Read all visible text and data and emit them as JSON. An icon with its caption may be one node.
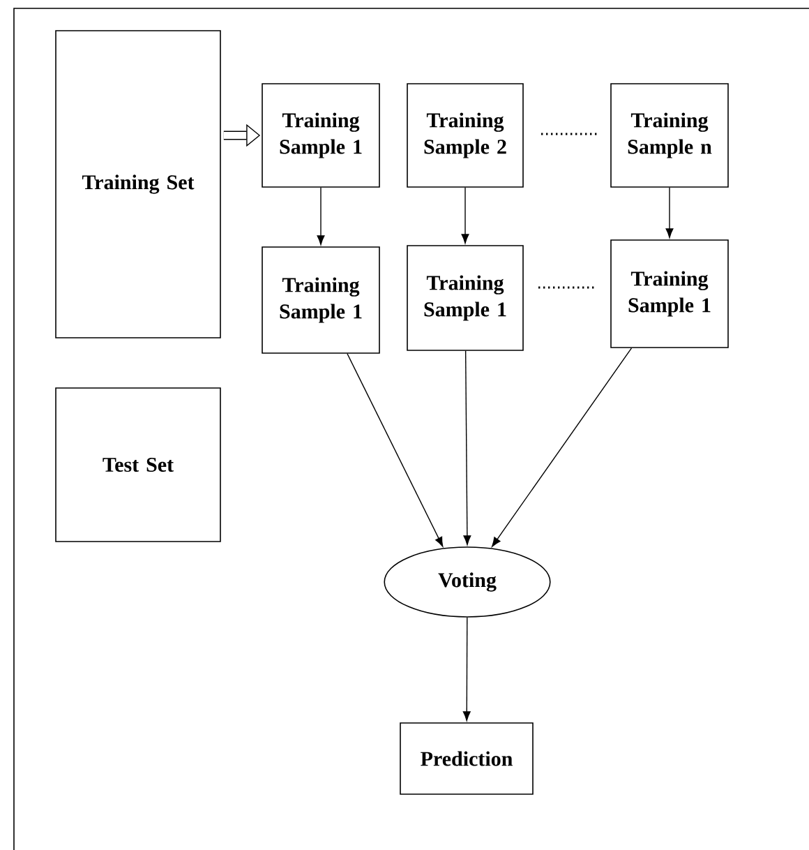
{
  "diagram": {
    "nodes": [
      {
        "text": [
          "Training Set"
        ]
      },
      {
        "text": [
          "Training Sample 1"
        ]
      },
      {
        "text": [
          "Training Sample 2"
        ]
      },
      {
        "text": [
          "Training Sample n"
        ]
      },
      {
        "text": [
          "Training Sample 1"
        ]
      },
      {
        "text": [
          "Training Sample 1"
        ]
      },
      {
        "text": [
          "Training Sample 1"
        ]
      },
      {
        "text": [
          "Test Set"
        ]
      },
      {
        "text": [
          "Voting"
        ]
      },
      {
        "text": [
          "Prediction"
        ]
      }
    ],
    "edges": [
      {
        "from": 0,
        "to": 1,
        "arrow": "to",
        "style": "thick"
      },
      {
        "from": 1,
        "to": 4,
        "arrow": "to"
      },
      {
        "from": 2,
        "to": 5,
        "arrow": "to"
      },
      {
        "from": 3,
        "to": 6,
        "arrow": "to"
      },
      {
        "from": 4,
        "to": 8,
        "arrow": "to"
      },
      {
        "from": 5,
        "to": 8,
        "arrow": "to"
      },
      {
        "from": 6,
        "to": 8,
        "arrow": "to"
      },
      {
        "from": 8,
        "to": 9,
        "arrow": "to"
      }
    ]
  }
}
